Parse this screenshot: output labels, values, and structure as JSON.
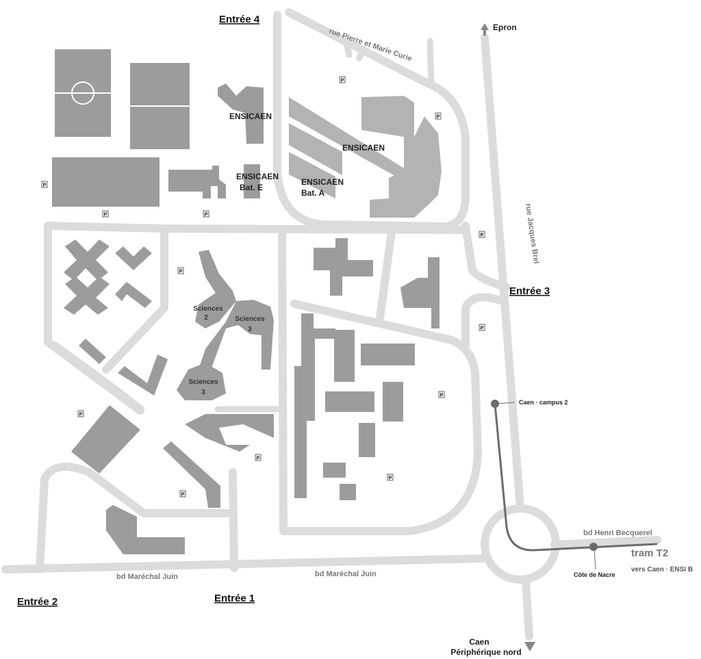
{
  "entrances": {
    "e1": "Entrée 1",
    "e2": "Entrée 2",
    "e3": "Entrée 3",
    "e4": "Entrée 4"
  },
  "streets": {
    "pierre_curie": "rue Pierre et Marie Curie",
    "jacques_brel": "rue Jacques Brel",
    "marechal_juin": "bd Maréchal Juin",
    "henri_becquerel": "bd Henri Becquerel"
  },
  "directions": {
    "north": "Epron",
    "south_1": "Caen",
    "south_2": "Périphérique nord"
  },
  "buildings": {
    "ensicaen": "ENSICAEN",
    "ensicaen_2": "ENSICAEN",
    "ensicaen_e_1": "ENSICAEN",
    "ensicaen_e_2": "Bat. E",
    "ensicaen_a_1": "ENSICAEN",
    "ensicaen_a_2": "Bat. A",
    "sciences": "Sciences",
    "sciences_2": "2",
    "sciences_3": "3"
  },
  "tram": {
    "line": "tram T2",
    "direction": "vers Caen · ENSI B",
    "stop_campus": "Caen · campus 2",
    "stop_cote": "Côte de Nacre"
  },
  "parking_label": "P",
  "colors": {
    "road": "#dcdcdc",
    "building": "#9c9c9c",
    "tram": "#6b6b6b"
  }
}
